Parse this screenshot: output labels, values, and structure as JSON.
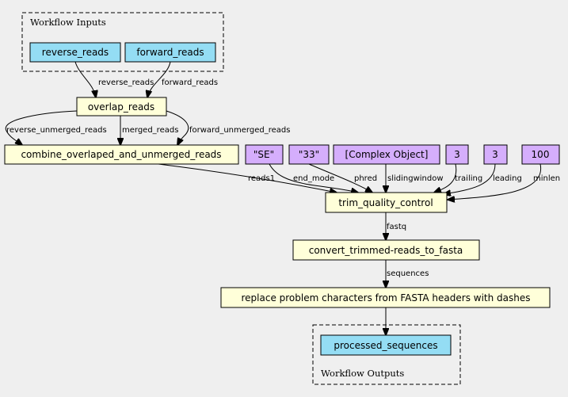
{
  "clusters": {
    "inputs_label": "Workflow Inputs",
    "outputs_label": "Workflow Outputs"
  },
  "nodes": {
    "reverse_reads": "reverse_reads",
    "forward_reads": "forward_reads",
    "overlap_reads": "overlap_reads",
    "combine": "combine_overlaped_and_unmerged_reads",
    "p_se": "\"SE\"",
    "p_33": "\"33\"",
    "p_complex": "[Complex Object]",
    "p_3a": "3",
    "p_3b": "3",
    "p_100": "100",
    "trim": "trim_quality_control",
    "convert": "convert_trimmed-reads_to_fasta",
    "replace": "replace problem characters from FASTA headers with dashes",
    "processed": "processed_sequences"
  },
  "edges": {
    "reverse_reads": "reverse_reads",
    "forward_reads": "forward_reads",
    "reverse_unmerged_reads": "reverse_unmerged_reads",
    "merged_reads": "merged_reads",
    "forward_unmerged_reads": "forward_unmerged_reads",
    "reads1": "reads1",
    "end_mode": "end_mode",
    "phred": "phred",
    "slidingwindow": "slidingwindow",
    "trailing": "trailing",
    "leading": "leading",
    "minlen": "minlen",
    "fastq": "fastq",
    "sequences": "sequences"
  }
}
